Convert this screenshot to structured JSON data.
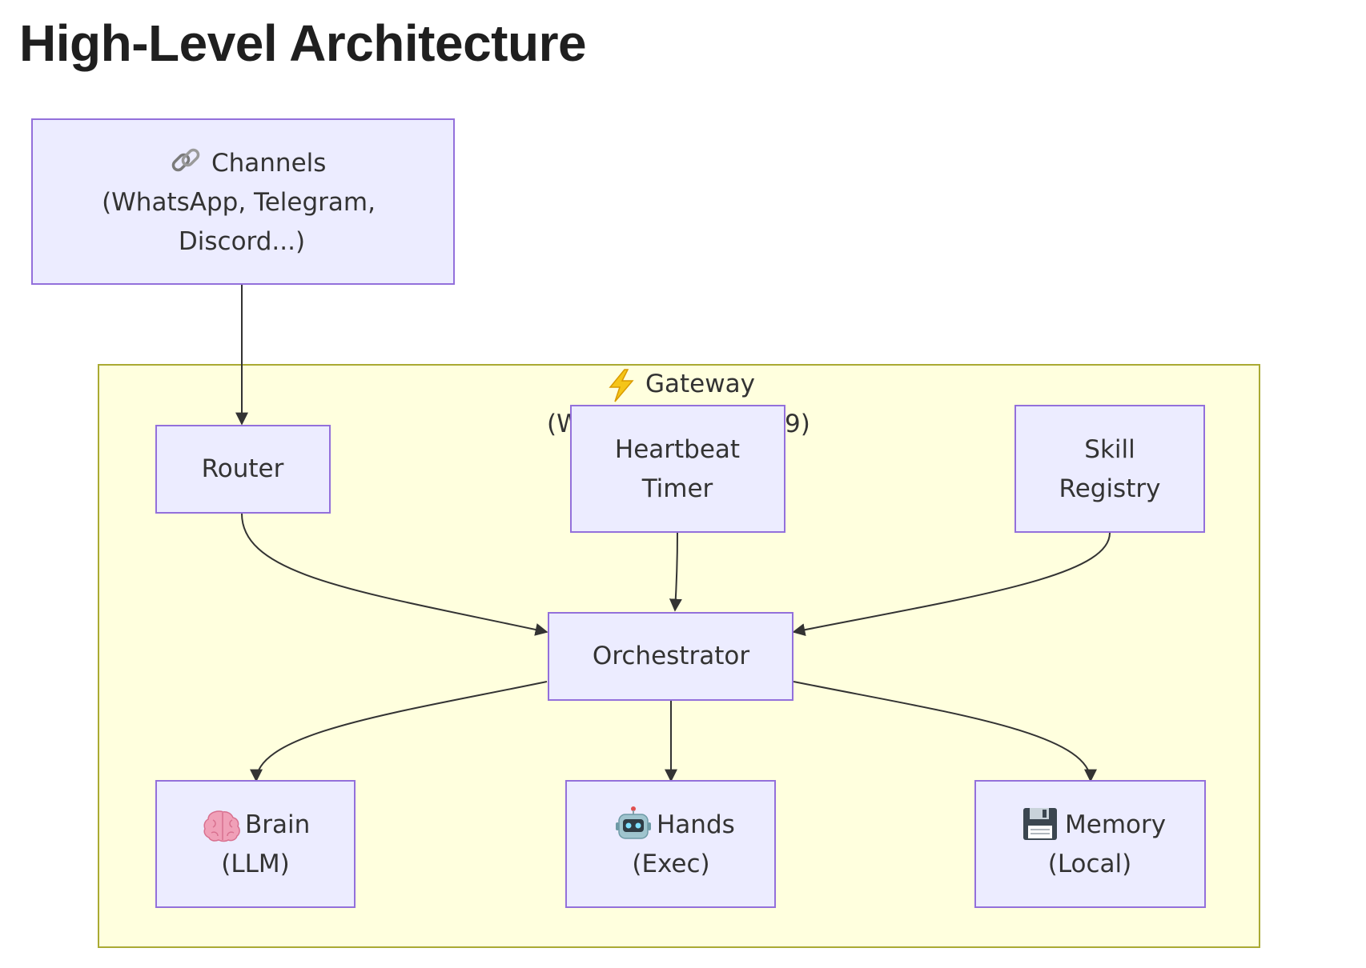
{
  "page": {
    "title": "High-Level Architecture"
  },
  "diagram": {
    "gateway": {
      "icon": "lightning-icon",
      "label": "Gateway",
      "subtitle_left": "(W",
      "subtitle_right": "9)"
    },
    "nodes": {
      "channels": {
        "icon": "link-icon",
        "line1": "Channels",
        "line2": "(WhatsApp, Telegram,",
        "line3": "Discord...)"
      },
      "router": {
        "line1": "Router"
      },
      "heartbeat": {
        "line1": "Heartbeat",
        "line2": "Timer"
      },
      "skill": {
        "line1": "Skill",
        "line2": "Registry"
      },
      "orchestrator": {
        "line1": "Orchestrator"
      },
      "brain": {
        "icon": "brain-icon",
        "line1": "Brain",
        "line2": "(LLM)"
      },
      "hands": {
        "icon": "robot-icon",
        "line1": "Hands",
        "line2": "(Exec)"
      },
      "memory": {
        "icon": "floppy-disk-icon",
        "line1": "Memory",
        "line2": "(Local)"
      }
    },
    "edges": [
      {
        "from": "channels",
        "to": "router"
      },
      {
        "from": "router",
        "to": "orchestrator"
      },
      {
        "from": "heartbeat",
        "to": "orchestrator"
      },
      {
        "from": "skill",
        "to": "orchestrator"
      },
      {
        "from": "orchestrator",
        "to": "brain"
      },
      {
        "from": "orchestrator",
        "to": "hands"
      },
      {
        "from": "orchestrator",
        "to": "memory"
      }
    ],
    "colors": {
      "node_fill": "#ececff",
      "node_border": "#9370db",
      "cluster_fill": "#ffffde",
      "cluster_border": "#aaaa33",
      "edge": "#333333"
    }
  }
}
